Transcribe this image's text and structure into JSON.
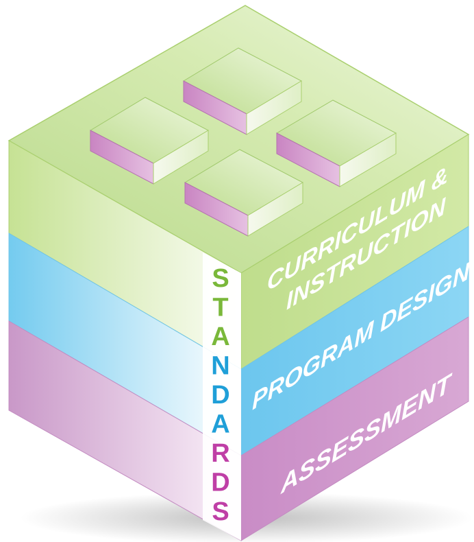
{
  "standards": {
    "letters": [
      "S",
      "T",
      "A",
      "N",
      "D",
      "A",
      "R",
      "D",
      "S"
    ],
    "letter_colors": [
      "#7ab83a",
      "#7ab83a",
      "#7ab83a",
      "#1f9fd8",
      "#1f9fd8",
      "#1f9fd8",
      "#bf3fa6",
      "#bf3fa6",
      "#bf3fa6"
    ]
  },
  "layers": {
    "curriculum": {
      "line1": "CURRICULUM &",
      "line2": "INSTRUCTION",
      "color": "#c8e29b"
    },
    "program": {
      "label": "PROGRAM DESIGN",
      "color": "#78cdf0"
    },
    "assessment": {
      "label": "ASSESSMENT",
      "color": "#c895c6"
    }
  },
  "blocks": {
    "count": 4,
    "top_color": "#d8eeb0",
    "side_color": "#c985c2"
  }
}
